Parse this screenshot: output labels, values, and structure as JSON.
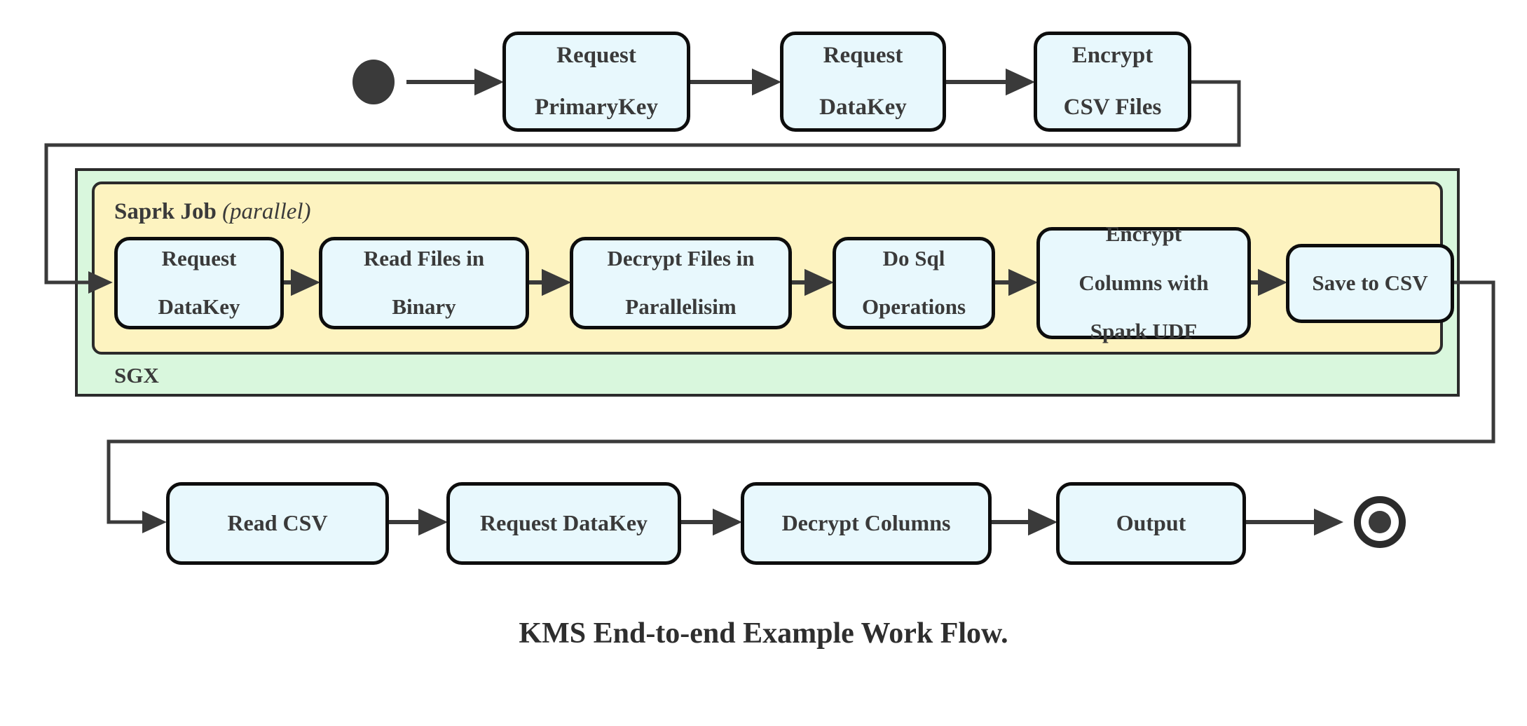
{
  "diagram": {
    "caption": "KMS End-to-end Example Work Flow.",
    "colors": {
      "node_fill": "#e8f8fd",
      "node_border": "#0d0d0d",
      "sgx_fill": "#d9f7dd",
      "spark_fill": "#fdf3c0",
      "container_border": "#2b2b2b",
      "connector": "#3a3a3a",
      "text": "#3a3a3a"
    },
    "start_node": {
      "name": "start-node",
      "shape": "filled-circle"
    },
    "end_node": {
      "name": "end-node",
      "shape": "bullseye-circle"
    },
    "containers": {
      "sgx": {
        "label": "SGX"
      },
      "spark": {
        "label_bold": "Saprk Job",
        "label_italic": "(parallel)"
      }
    },
    "rows": {
      "top": [
        {
          "id": "request-primarykey",
          "lines": [
            "Request",
            "PrimaryKey"
          ]
        },
        {
          "id": "request-datakey-top",
          "lines": [
            "Request",
            "DataKey"
          ]
        },
        {
          "id": "encrypt-csv-files",
          "lines": [
            "Encrypt",
            "CSV Files"
          ]
        }
      ],
      "middle": [
        {
          "id": "request-datakey-spark",
          "lines": [
            "Request",
            "DataKey"
          ]
        },
        {
          "id": "read-files-in-binary",
          "lines": [
            "Read Files in",
            "Binary"
          ]
        },
        {
          "id": "decrypt-files-in-parallelisim",
          "lines": [
            "Decrypt Files in",
            "Parallelisim"
          ]
        },
        {
          "id": "do-sql-operations",
          "lines": [
            "Do Sql",
            "Operations"
          ]
        },
        {
          "id": "encrypt-columns-with-spark-udf",
          "lines": [
            "Encrypt",
            "Columns with",
            "Spark UDF"
          ]
        },
        {
          "id": "save-to-csv",
          "lines": [
            "Save to CSV"
          ]
        }
      ],
      "bottom": [
        {
          "id": "read-csv",
          "lines": [
            "Read CSV"
          ]
        },
        {
          "id": "request-datakey-bottom",
          "lines": [
            "Request DataKey"
          ]
        },
        {
          "id": "decrypt-columns",
          "lines": [
            "Decrypt Columns"
          ]
        },
        {
          "id": "output",
          "lines": [
            "Output"
          ]
        }
      ]
    }
  }
}
